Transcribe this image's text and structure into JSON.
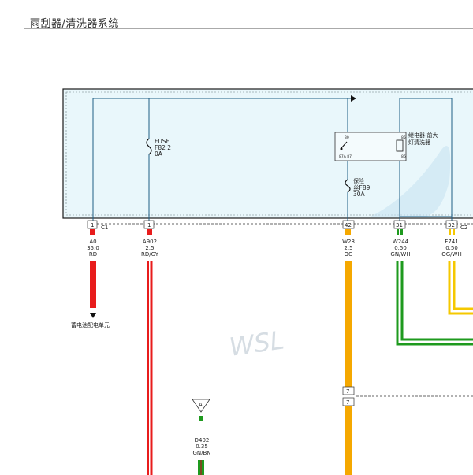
{
  "header": {
    "title": "雨刮器/清洗器系统"
  },
  "module": {
    "fuse1": {
      "line1": "FUSE",
      "line2": "F82 2",
      "line3": "0A"
    },
    "relay": {
      "line1": "继电器-前大",
      "line2": "灯清洗器",
      "pin_a": "30",
      "pin_b": "87A 87",
      "pin_c": "85",
      "pin_d": "86"
    },
    "fuse2": {
      "line1": "保险",
      "line2": "丝F89",
      "line3": "30A"
    }
  },
  "connectors": {
    "c1": "C1",
    "c2": "C2"
  },
  "pins": [
    {
      "id": "pin-1a",
      "num": "1",
      "wire": "A0",
      "gauge": "35.0",
      "color_code": "RD",
      "color": "#e81c1c"
    },
    {
      "id": "pin-1b",
      "num": "1",
      "wire": "A902",
      "gauge": "2.5",
      "color_code": "RD/GY",
      "color": "#e81c1c"
    },
    {
      "id": "pin-42",
      "num": "42",
      "wire": "W28",
      "gauge": "2.5",
      "color_code": "OG",
      "color": "#f5a800"
    },
    {
      "id": "pin-31",
      "num": "31",
      "wire": "W244",
      "gauge": "0.50",
      "color_code": "GN/WH",
      "color": "#1e9a1e"
    },
    {
      "id": "pin-32",
      "num": "32",
      "wire": "F741",
      "gauge": "0.50",
      "color_code": "OG/WH",
      "color": "#f5c800"
    }
  ],
  "battery_label": "蓄电池配电单元",
  "splice": {
    "top": "7",
    "bottom": "7"
  },
  "ground_node": {
    "letter": "A",
    "wire": "D402",
    "gauge": "0.35",
    "color_code": "GN/BN"
  },
  "watermark": "WSL",
  "colors": {
    "module_fill": "#e9f7fb",
    "module_border": "#1a1a1a",
    "inner_line": "#1f5f86"
  }
}
